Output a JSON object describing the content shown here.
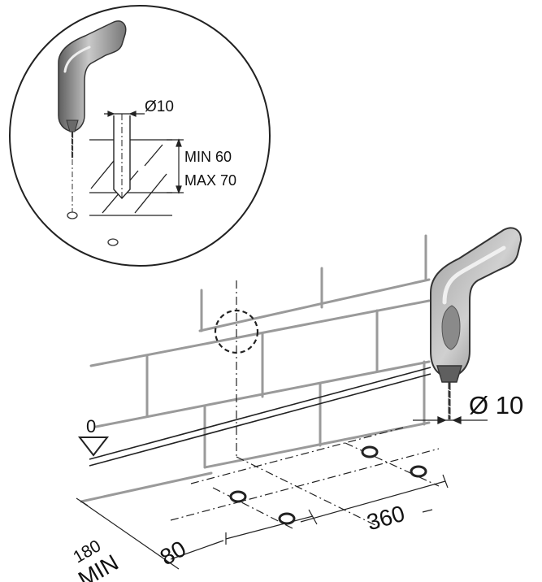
{
  "inset": {
    "diameter_label": "Ø10",
    "depth_min_label": "MIN 60",
    "depth_max_label": "MAX 70"
  },
  "main": {
    "zero_label": "0",
    "drill_diameter_label": "Ø 10",
    "spacing_label": "360",
    "offset_label": "80",
    "min_distance_value": "180",
    "min_distance_label": "MIN"
  },
  "colors": {
    "wall_line": "#9a9a9a",
    "drill_dark": "#6e6e6e",
    "drill_light": "#c8c8c8",
    "ink": "#111111"
  }
}
